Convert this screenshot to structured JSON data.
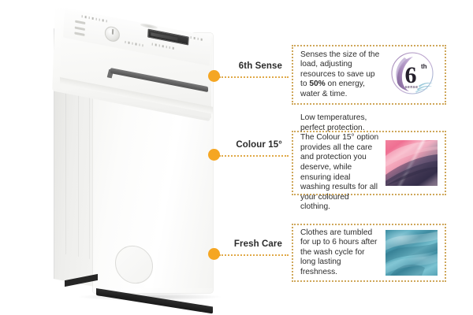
{
  "product": {
    "type": "top-loading-washing-machine",
    "brand_mark": "Whirlpool"
  },
  "features": [
    {
      "id": "6th-sense",
      "label": "6th Sense",
      "text": "Senses the size of the load, adjusting resources to save up to 50% on energy, water & time.",
      "highlight": "50%",
      "thumb": "6th-sense-logo",
      "logo_numeral": "6",
      "logo_superscript": "th",
      "logo_word": "sense"
    },
    {
      "id": "colour-15",
      "label": "Colour 15°",
      "text": "Low temperatures, perfect protection. The Colour 15° option provides all the care and protection you deserve, while ensuring ideal washing results for all your coloured clothing.",
      "thumb": "pink-purple-fabric-swatch"
    },
    {
      "id": "fresh-care",
      "label": "Fresh Care",
      "text": "Clothes are tumbled for up to 6 hours after the wash cycle for long lasting freshness.",
      "thumb": "teal-fabric-swatch"
    }
  ],
  "colors": {
    "background": "#ffffff",
    "callout_border": "#cfa75a",
    "connector_dot": "#f5a623",
    "connector_line": "#e0a948",
    "machine_body": "#fafafa",
    "handle": "#606060",
    "text": "#2c2c2c"
  }
}
